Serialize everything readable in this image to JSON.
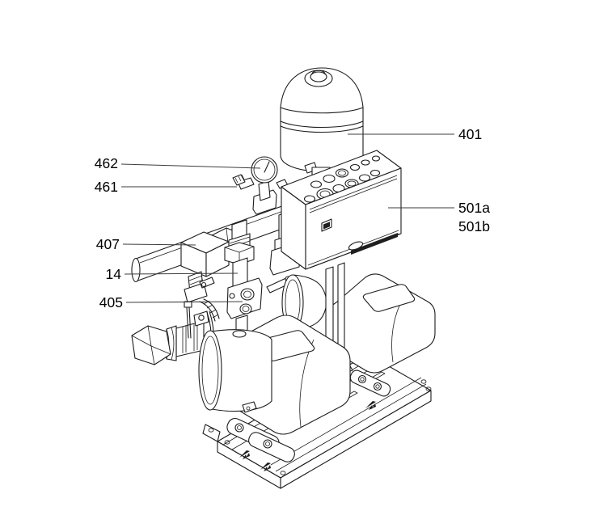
{
  "diagram": {
    "kind": "pump-booster-set-parts-drawing",
    "colors": {
      "background": "#ffffff",
      "line": "#1c1c1c",
      "leader_line": "#3c3c3c",
      "label_text": "#000000",
      "brand_strip": "#1f1f1f"
    },
    "callouts": [
      {
        "label": "401"
      },
      {
        "label": "462"
      },
      {
        "label": "461"
      },
      {
        "label": "407"
      },
      {
        "label": "14"
      },
      {
        "label": "405"
      },
      {
        "label": "501a"
      },
      {
        "label": "501b"
      }
    ]
  }
}
